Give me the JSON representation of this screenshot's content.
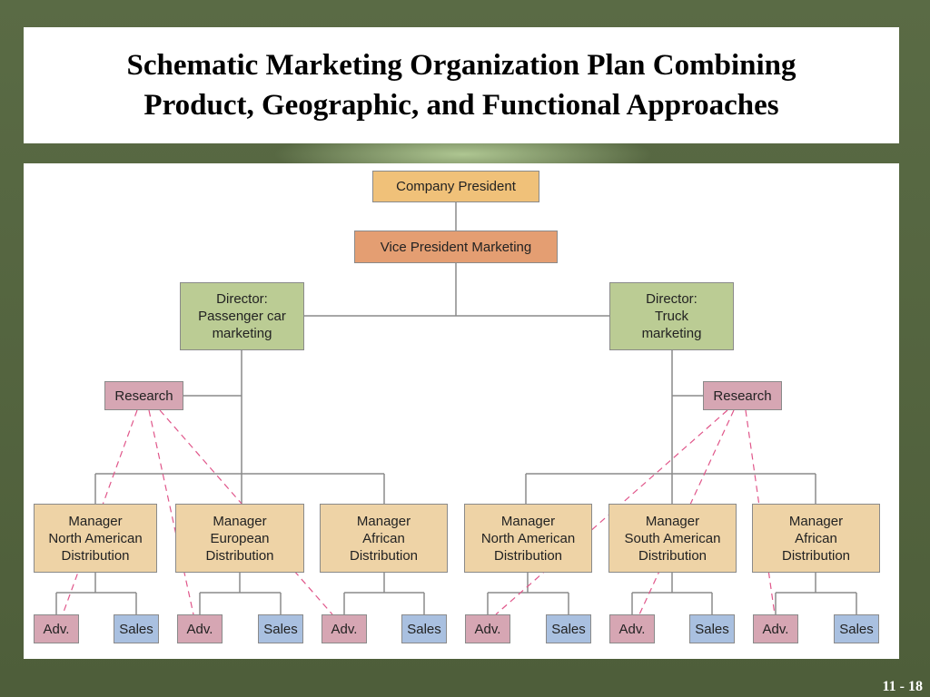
{
  "slide": {
    "title_line1": "Schematic Marketing Organization Plan Combining",
    "title_line2": "Product, Geographic, and Functional Approaches",
    "page_number": "11 - 18"
  },
  "org_chart": {
    "president": "Company President",
    "vice_president": "Vice President Marketing",
    "directors": [
      {
        "lines": [
          "Director:",
          "Passenger car",
          "marketing"
        ]
      },
      {
        "lines": [
          "Director:",
          "Truck",
          "marketing"
        ]
      }
    ],
    "research_label": "Research",
    "managers": [
      {
        "lines": [
          "Manager",
          "North American",
          "Distribution"
        ]
      },
      {
        "lines": [
          "Manager",
          "European",
          "Distribution"
        ]
      },
      {
        "lines": [
          "Manager",
          "African",
          "Distribution"
        ]
      },
      {
        "lines": [
          "Manager",
          "North American",
          "Distribution"
        ]
      },
      {
        "lines": [
          "Manager",
          "South American",
          "Distribution"
        ]
      },
      {
        "lines": [
          "Manager",
          "African",
          "Distribution"
        ]
      }
    ],
    "adv_label": "Adv.",
    "sales_label": "Sales",
    "colors": {
      "president": "#f0c179",
      "vice_president": "#e49e72",
      "director": "#bbcc94",
      "research": "#d6a6b3",
      "manager": "#eed3a6",
      "adv": "#d6a6b3",
      "sales": "#a9c0e0",
      "connector": "#8a8a8a",
      "dashed_link": "#e0568a"
    }
  }
}
